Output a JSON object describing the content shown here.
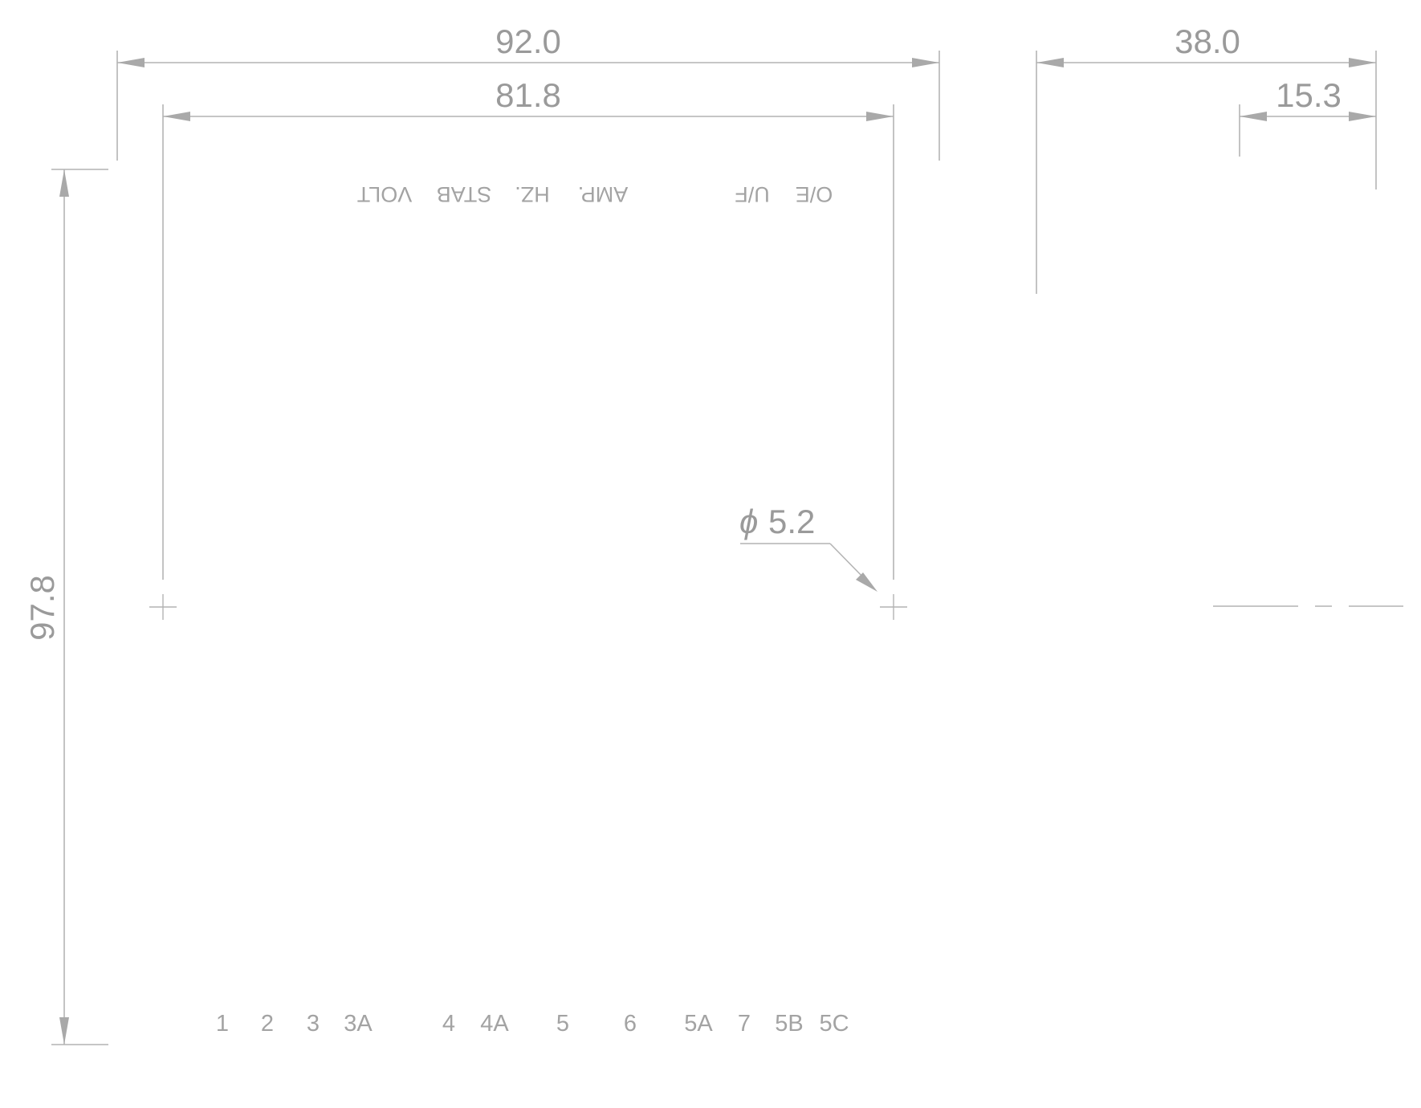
{
  "dimensions": {
    "overall_width": "92.0",
    "hole_spacing": "81.8",
    "depth": "38.0",
    "sub_depth": "15.3",
    "height": "97.8",
    "hole_diameter_symbol": "ϕ",
    "hole_diameter": "5.2"
  },
  "top_labels": [
    "VOLT",
    "STAB",
    "HZ.",
    "AMP.",
    "U/F",
    "O/E"
  ],
  "terminal_labels": [
    "1",
    "2",
    "3",
    "3A",
    "4",
    "4A",
    "5",
    "6",
    "5A",
    "7",
    "5B",
    "5C"
  ]
}
